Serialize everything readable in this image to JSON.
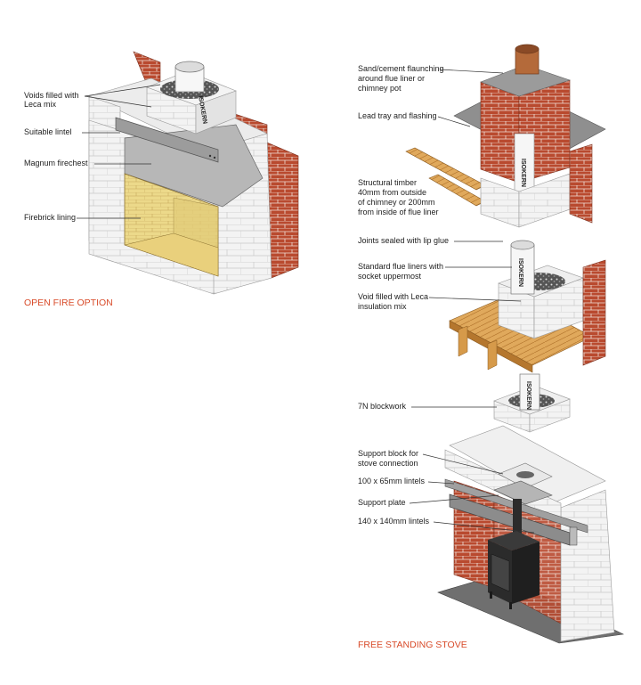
{
  "colors": {
    "brick": "#b94a2f",
    "block": "#f3f3f3",
    "steel": "#a7a7a7",
    "firebrick": "#ecd98a",
    "timber": "#e0a95c",
    "slate": "#8f8f8f",
    "caption": "#d84b2a",
    "hearth": "#6f6f6f",
    "stove": "#2b2b2b"
  },
  "liner_text": "ISOKERN",
  "open_fire": {
    "caption": "OPEN FIRE OPTION",
    "labels": [
      {
        "text": [
          "Voids filled with",
          "Leca mix"
        ]
      },
      {
        "text": [
          "Suitable lintel"
        ]
      },
      {
        "text": [
          "Magnum firechest"
        ]
      },
      {
        "text": [
          "Firebrick lining"
        ]
      }
    ]
  },
  "stove": {
    "caption": "FREE STANDING STOVE",
    "labels": [
      {
        "text": [
          "Sand/cement flaunching",
          "around flue liner or",
          "chimney pot"
        ]
      },
      {
        "text": [
          "Lead tray and flashing"
        ]
      },
      {
        "text": [
          "Structural timber",
          "40mm from outside",
          "of chimney or 200mm",
          "from inside of flue liner"
        ]
      },
      {
        "text": [
          "Joints sealed with lip glue"
        ]
      },
      {
        "text": [
          "Standard flue liners with",
          "socket uppermost"
        ]
      },
      {
        "text": [
          "Void filled with Leca",
          "insulation mix"
        ]
      },
      {
        "text": [
          "7N blockwork"
        ]
      },
      {
        "text": [
          "Support block for",
          "stove connection"
        ]
      },
      {
        "text": [
          "100 x 65mm lintels"
        ]
      },
      {
        "text": [
          "Support plate"
        ]
      },
      {
        "text": [
          "140 x 140mm lintels"
        ]
      }
    ]
  }
}
